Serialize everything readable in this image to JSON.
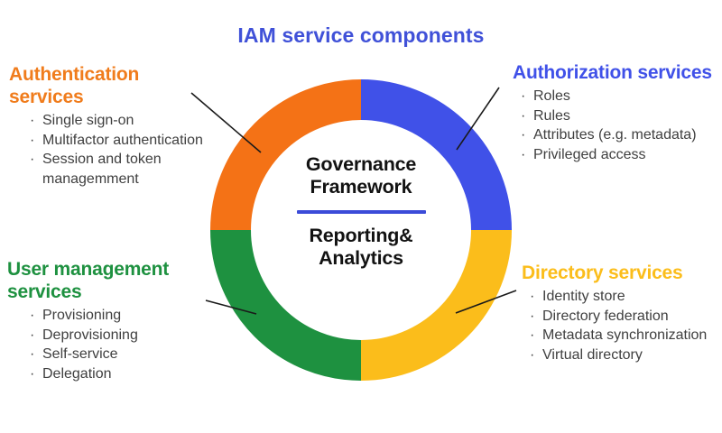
{
  "header": {
    "title": "IAM service components",
    "title_color": "#4051d8"
  },
  "center": {
    "line1": "Governance",
    "line2": "Framework",
    "divider_color": "#3b4bd8",
    "line3": "Reporting&",
    "line4": "Analytics"
  },
  "chart_data": {
    "type": "pie",
    "title": "IAM service components",
    "subtype": "donut",
    "center_label": "Governance Framework / Reporting& Analytics",
    "legend": "labels-with-leader-lines",
    "categories": [
      "Authorization services",
      "Directory services",
      "User management services",
      "Authentication services"
    ],
    "values": [
      25,
      25,
      25,
      25
    ],
    "colors": [
      "#4051e8",
      "#fbbd1b",
      "#1e9140",
      "#f47216"
    ],
    "start_angle_deg": 0,
    "hole_ratio": 0.73
  },
  "segments": [
    {
      "id": "authentication",
      "color": "#f47216",
      "quadrant": "top-left"
    },
    {
      "id": "authorization",
      "color": "#4051e8",
      "quadrant": "top-right"
    },
    {
      "id": "directory",
      "color": "#fbbd1b",
      "quadrant": "bottom-right"
    },
    {
      "id": "usermgmt",
      "color": "#1e9140",
      "quadrant": "bottom-left"
    }
  ],
  "callouts": {
    "authentication": {
      "title": "Authentication services",
      "color": "#f07c1c",
      "items": [
        "Single sign-on",
        "Multifactor authentication",
        "Session and token managemment"
      ]
    },
    "authorization": {
      "title": "Authorization services",
      "color": "#4051e8",
      "items": [
        "Roles",
        "Rules",
        "Attributes (e.g. metadata)",
        "Privileged access"
      ]
    },
    "usermgmt": {
      "title": "User management services",
      "color": "#1e9140",
      "items": [
        "Provisioning",
        "Deprovisioning",
        "Self-service",
        "Delegation"
      ]
    },
    "directory": {
      "title": "Directory services",
      "color": "#fbbd1b",
      "items": [
        "Identity store",
        "Directory federation",
        "Metadata synchronization",
        "Virtual directory"
      ]
    }
  },
  "bullet_glyph": "·"
}
